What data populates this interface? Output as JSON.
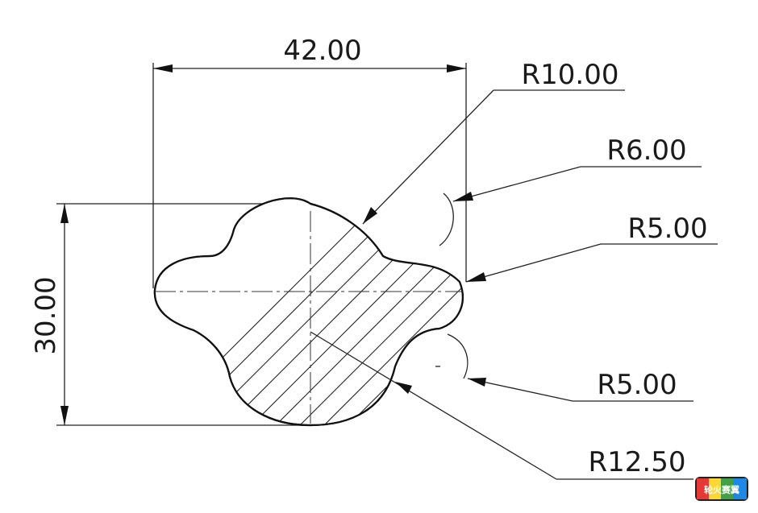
{
  "dimensions": {
    "width_label": "42.00",
    "height_label": "30.00",
    "radius_top_lobe": "R10.00",
    "radius_upper_right_notch": "R6.00",
    "radius_right_lobe": "R5.00",
    "radius_lower_right_notch": "R5.00",
    "radius_bottom_lobe": "R12.50"
  },
  "logo": {
    "text": "轮火赛翼"
  }
}
